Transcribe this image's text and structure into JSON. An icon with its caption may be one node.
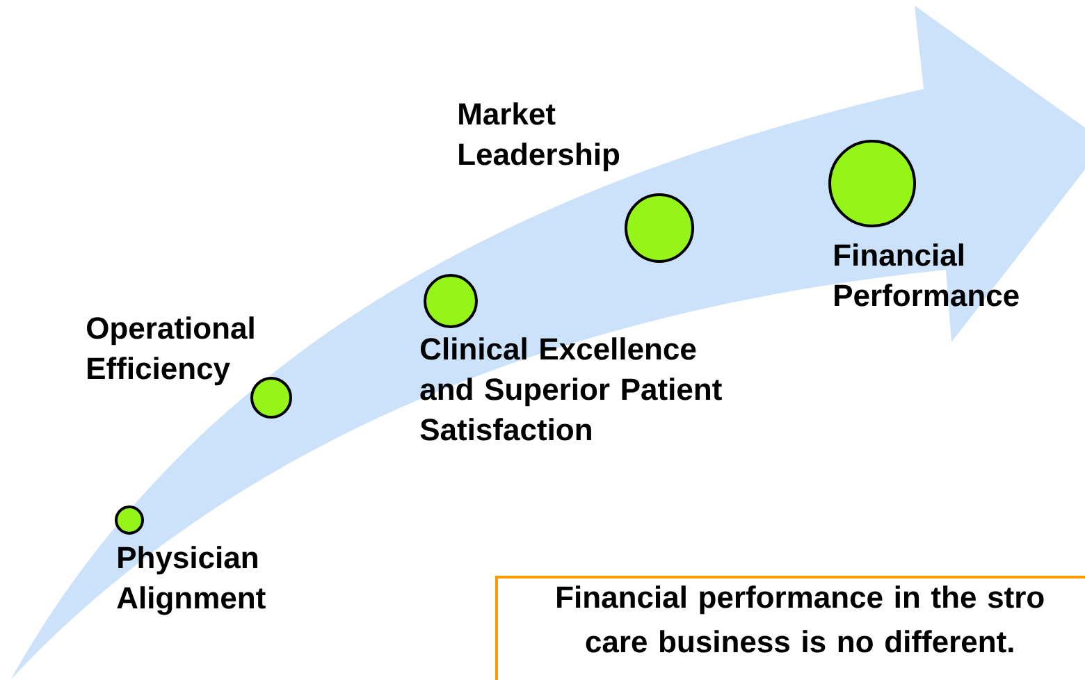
{
  "diagram": {
    "nodes": [
      {
        "text": [],
        "shape": "circle",
        "beside": [
          "Physician Alignment"
        ]
      },
      {
        "text": [],
        "shape": "circle",
        "beside": [
          "Operational Efficiency"
        ]
      },
      {
        "text": [],
        "shape": "circle",
        "beside": [
          "Clinical Excellence and Superior Patient Satisfaction"
        ]
      },
      {
        "text": [],
        "shape": "circle",
        "beside": [
          "Market Leadership"
        ]
      },
      {
        "text": [],
        "shape": "circle",
        "beside": [
          "Financial Performance"
        ]
      },
      {
        "text": [
          "Financial performance in the stro care business is no different."
        ]
      }
    ]
  }
}
